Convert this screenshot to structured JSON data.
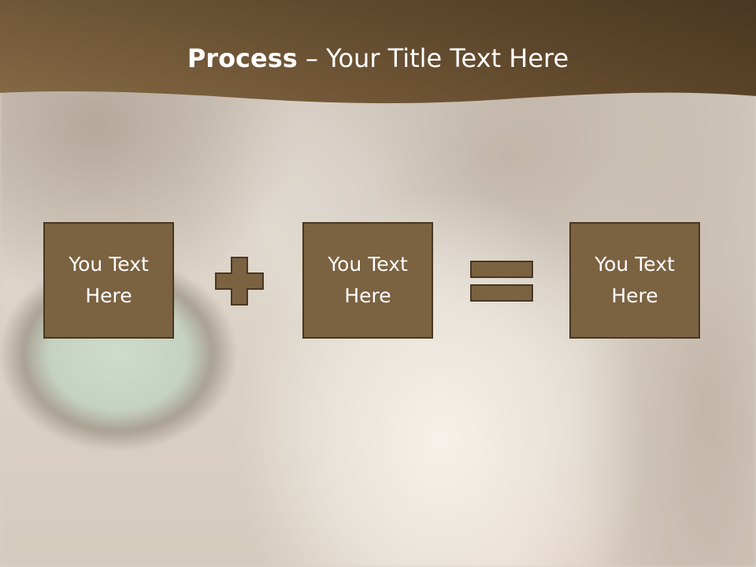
{
  "title": {
    "bold": "Process",
    "rest": " – Your Title Text Here"
  },
  "boxes": [
    {
      "line1": "You Text",
      "line2": "Here"
    },
    {
      "line1": "You Text",
      "line2": "Here"
    },
    {
      "line1": "You Text",
      "line2": "Here"
    }
  ],
  "colors": {
    "header_brown": "#6b5233",
    "box_fill": "#7b6241",
    "box_border": "#4a3722"
  },
  "icons": {
    "operator_1": "plus-icon",
    "operator_2": "equals-icon"
  }
}
